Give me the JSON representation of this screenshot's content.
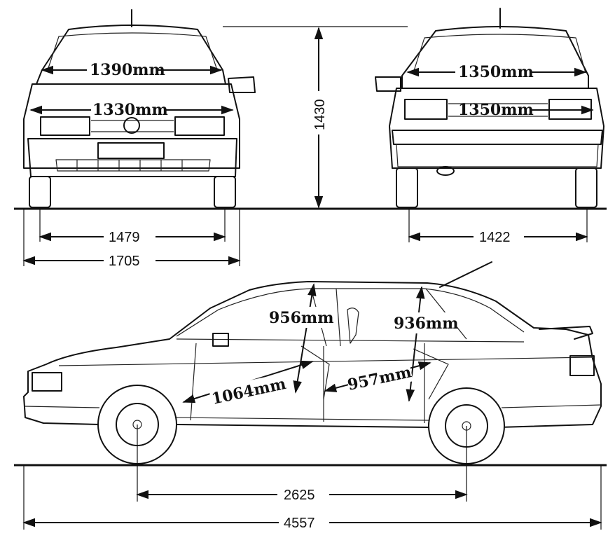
{
  "front_view": {
    "upper_width_label": "1390mm",
    "lower_width_label": "1330mm",
    "track_label": "1479",
    "overall_width_label": "1705"
  },
  "rear_view": {
    "upper_width_label": "1350mm",
    "lower_width_label": "1350mm",
    "track_label": "1422"
  },
  "height_label": "1430",
  "side_view": {
    "front_headroom_label": "956mm",
    "rear_headroom_label": "936mm",
    "front_legroom_label": "1064mm",
    "rear_legroom_label": "957mm",
    "wheelbase_label": "2625",
    "overall_length_label": "4557"
  }
}
